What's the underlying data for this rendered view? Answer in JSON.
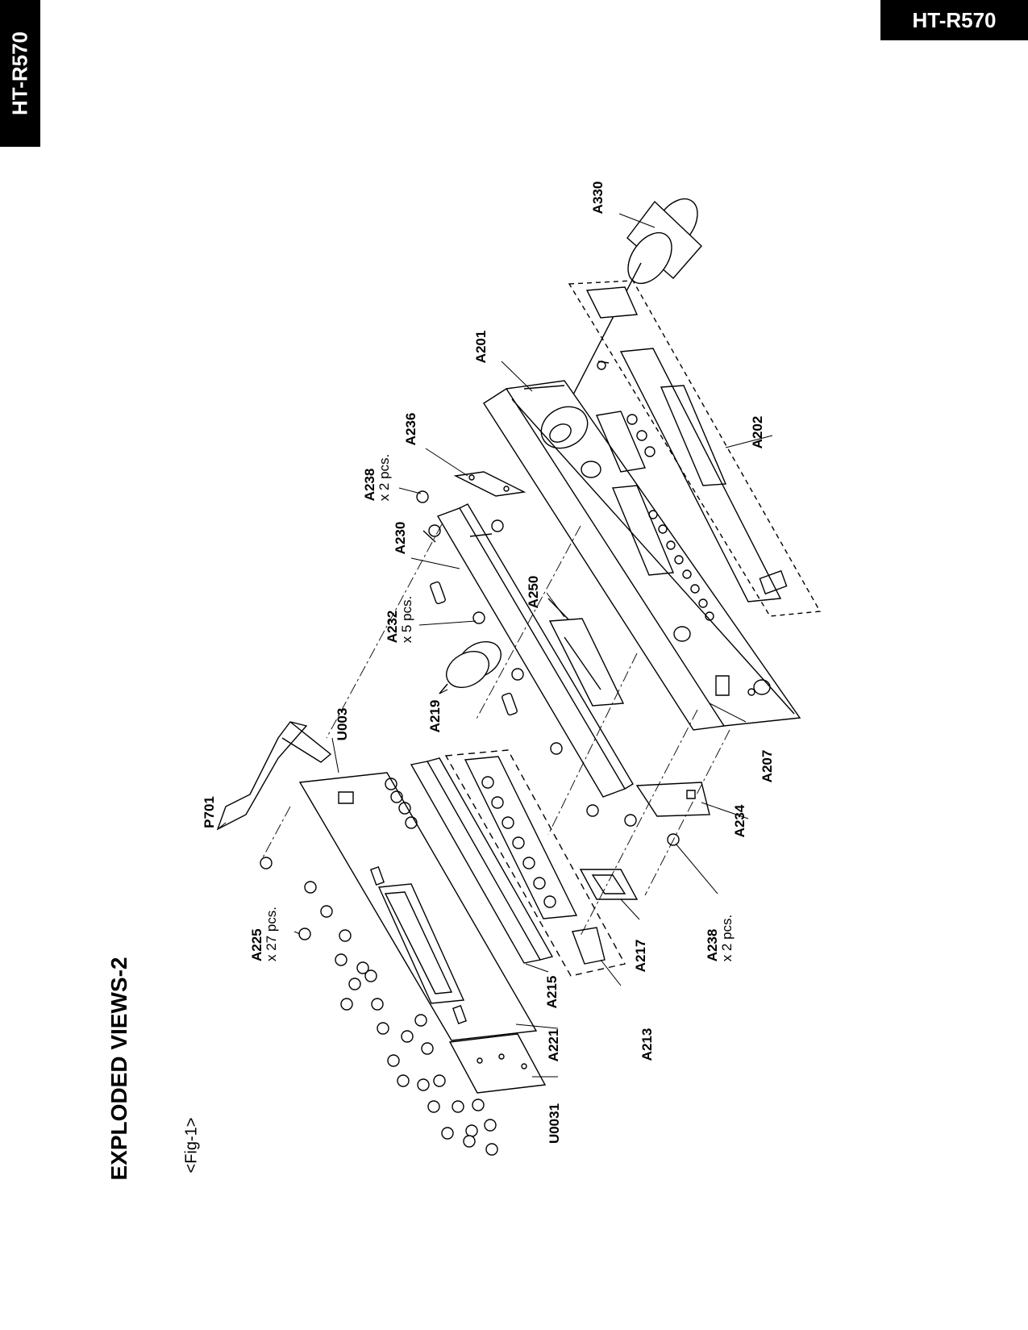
{
  "model": "HT-R570",
  "page_title": "EXPLODED VIEWS-2",
  "figure_label": "<Fig-1>",
  "parts": [
    {
      "code": "A330"
    },
    {
      "code": "A201"
    },
    {
      "code": "A202"
    },
    {
      "code": "A236"
    },
    {
      "code": "A238",
      "qty": "x 2 pcs."
    },
    {
      "code": "A230"
    },
    {
      "code": "A250"
    },
    {
      "code": "A232",
      "qty": "x 5 pcs."
    },
    {
      "code": "U003"
    },
    {
      "code": "A219"
    },
    {
      "code": "P701"
    },
    {
      "code": "A207"
    },
    {
      "code": "A234"
    },
    {
      "code": "A225",
      "qty": "x 27 pcs."
    },
    {
      "code": "A217"
    },
    {
      "code": "A238",
      "qty": "x 2 pcs."
    },
    {
      "code": "A215"
    },
    {
      "code": "A213"
    },
    {
      "code": "A221"
    },
    {
      "code": "U0031"
    }
  ]
}
